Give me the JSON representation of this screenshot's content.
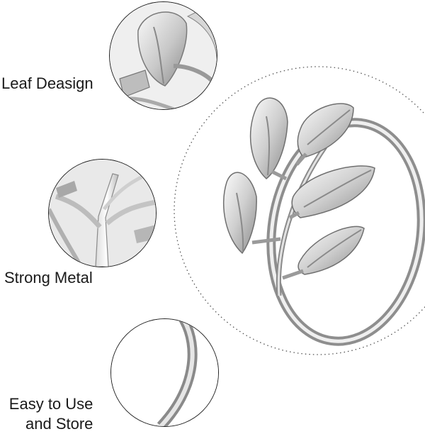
{
  "features": [
    {
      "label": "Leaf Deasign",
      "icon": "leaf-closeup"
    },
    {
      "label": "Strong Metal",
      "icon": "metal-closeup"
    },
    {
      "label_line1": "Easy to Use",
      "label_line2": "and Store",
      "icon": "band-closeup"
    }
  ],
  "colors": {
    "silver_light": "#f4f4f4",
    "silver_mid": "#c9c9c9",
    "silver_dark": "#7a7a7a",
    "outline": "#222222",
    "text": "#1a1a1a"
  }
}
